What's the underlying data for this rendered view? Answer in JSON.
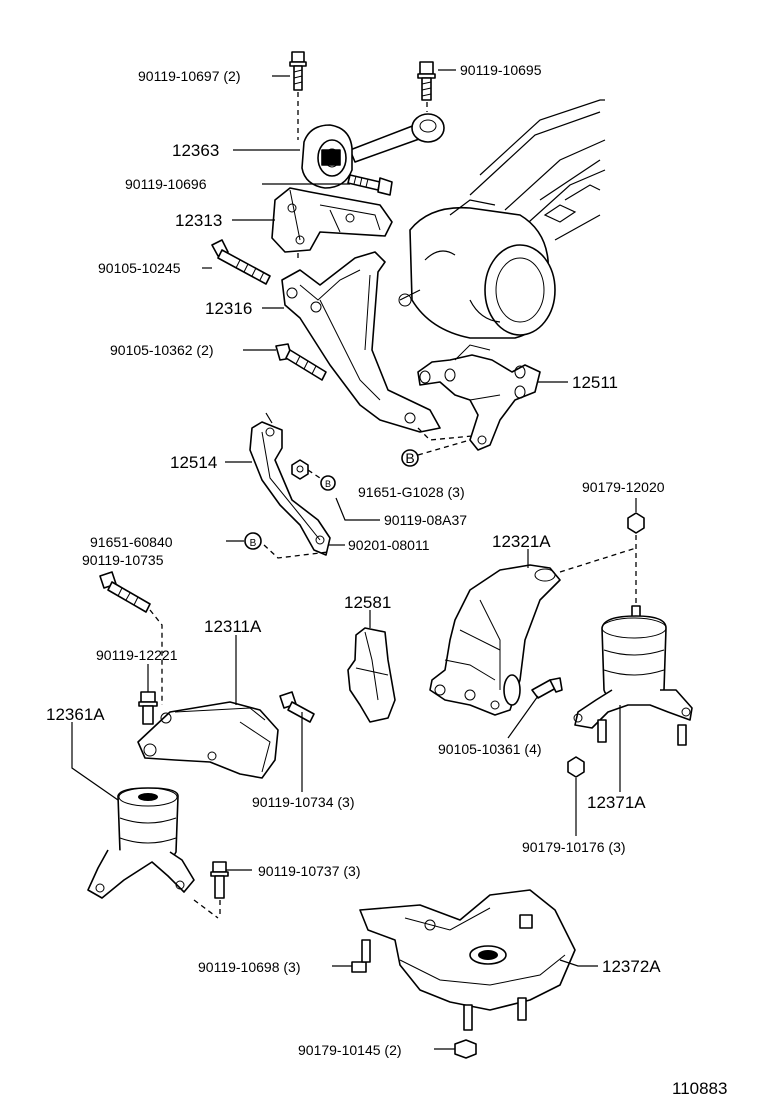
{
  "labels": {
    "l_90119_10697": "90119-10697 (2)",
    "l_90119_10695": "90119-10695",
    "l_12363": "12363",
    "l_90119_10696": "90119-10696",
    "l_12313": "12313",
    "l_90105_10245": "90105-10245",
    "l_12316": "12316",
    "l_90105_10362": "90105-10362 (2)",
    "l_12511": "12511",
    "l_12514": "12514",
    "l_91651_G1028": "91651-G1028 (3)",
    "l_90119_08A37": "90119-08A37",
    "l_90179_12020": "90179-12020",
    "l_91651_60840": "91651-60840",
    "l_90201_08011": "90201-08011",
    "l_12321A": "12321A",
    "l_90119_10735": "90119-10735",
    "l_12581": "12581",
    "l_12311A": "12311A",
    "l_90119_12221": "90119-12221",
    "l_12361A": "12361A",
    "l_90105_10361": "90105-10361 (4)",
    "l_90119_10734": "90119-10734 (3)",
    "l_12371A": "12371A",
    "l_90179_10176": "90179-10176 (3)",
    "l_90119_10737": "90119-10737 (3)",
    "l_12372A": "12372A",
    "l_90119_10698": "90119-10698 (3)",
    "l_90179_10145": "90179-10145 (2)",
    "l_110883": "110883"
  },
  "markers": {
    "washer_b1": "B",
    "washer_b2": "B",
    "washer_b3": "B"
  }
}
